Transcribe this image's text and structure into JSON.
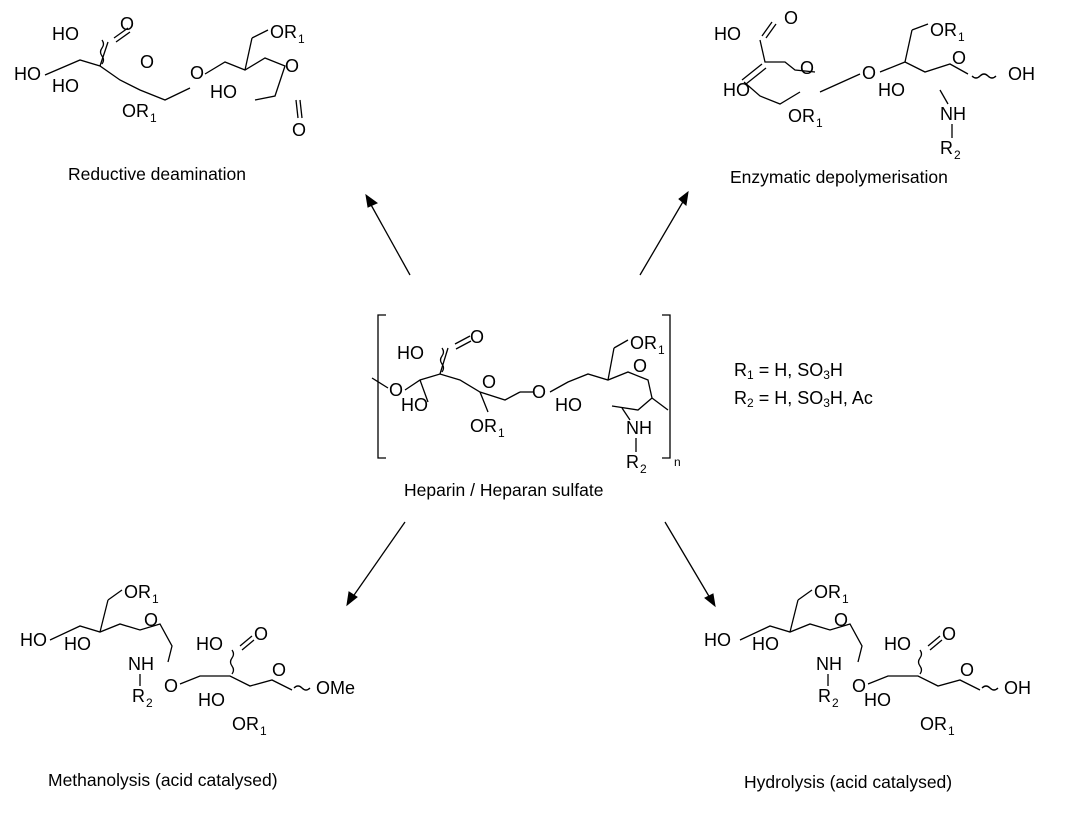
{
  "center": {
    "caption": "Heparin / Heparan sulfate",
    "repeat_subscript": "n",
    "atom_labels": {
      "acid": "HO",
      "carbonyl_o": "O",
      "ring_o": "O",
      "glycosidic_o": "O",
      "chain_o": "O",
      "ho_left": "HO",
      "ho_right": "HO",
      "or_top": "OR",
      "or_bottom": "OR",
      "nh": "NH",
      "r2": "R"
    },
    "subscript_1": "1",
    "subscript_2": "2"
  },
  "legend": {
    "r1_prefix": "R",
    "r1_sub": "1",
    "r1_rest": " = H, SO",
    "r1_sub3": "3",
    "r1_end": "H",
    "r2_prefix": "R",
    "r2_sub": "2",
    "r2_rest": " = H, SO",
    "r2_sub3": "3",
    "r2_end": "H, Ac"
  },
  "products": [
    {
      "id": "reductive-deamination",
      "caption": "Reductive deamination",
      "atom_labels": {
        "acid": "HO",
        "carbonyl_o": "O",
        "ho": "HO",
        "ho2": "HO",
        "ho3": "HO",
        "or_top": "OR",
        "or_bottom": "OR",
        "ring_o": "O",
        "ring_o2": "O",
        "gly_o": "O",
        "aldehyde_o": "O"
      }
    },
    {
      "id": "enzymatic-depolymerisation",
      "caption": "Enzymatic depolymerisation",
      "atom_labels": {
        "acid": "HO",
        "carbonyl_o": "O",
        "ho": "HO",
        "ho2": "HO",
        "or_top": "OR",
        "or_bottom": "OR",
        "ring_o": "O",
        "ring_o2": "O",
        "gly_o": "O",
        "nh": "NH",
        "r2": "R",
        "oh": "OH"
      }
    },
    {
      "id": "methanolysis",
      "caption": "Methanolysis (acid catalysed)",
      "atom_labels": {
        "acid": "HO",
        "carbonyl_o": "O",
        "ho": "HO",
        "ho2": "HO",
        "ho3": "HO",
        "or_top": "OR",
        "or_bottom": "OR",
        "ring_o": "O",
        "ring_o2": "O",
        "gly_o": "O",
        "nh": "NH",
        "r2": "R",
        "ome": "OMe"
      }
    },
    {
      "id": "hydrolysis",
      "caption": "Hydrolysis (acid catalysed)",
      "atom_labels": {
        "acid": "HO",
        "carbonyl_o": "O",
        "ho": "HO",
        "ho2": "HO",
        "ho3": "HO",
        "or_top": "OR",
        "or_bottom": "OR",
        "ring_o": "O",
        "ring_o2": "O",
        "gly_o": "O",
        "nh": "NH",
        "r2": "R",
        "oh": "OH"
      }
    }
  ]
}
